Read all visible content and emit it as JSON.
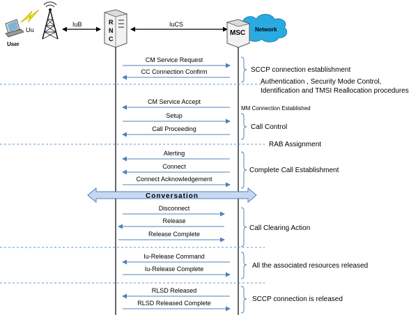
{
  "nodes": {
    "user": "User",
    "uu": "Uu",
    "iub": "IuB",
    "rnc_letters": [
      "R",
      "N",
      "C"
    ],
    "iucs": "IuCS",
    "msc": "MSC",
    "network": "Network"
  },
  "messages": [
    {
      "label": "CM Service Request",
      "dir": "right"
    },
    {
      "label": "CC Connection Confirm",
      "dir": "left"
    },
    {
      "label": "CM  Service Accept",
      "dir": "left"
    },
    {
      "label": "Setup",
      "dir": "right"
    },
    {
      "label": "Call Proceeding",
      "dir": "left"
    },
    {
      "label": "Alerting",
      "dir": "left"
    },
    {
      "label": "Connect",
      "dir": "left"
    },
    {
      "label": "Connect Acknowledgement",
      "dir": "right"
    },
    {
      "label": "Disconnect",
      "dir": "right"
    },
    {
      "label": "Release",
      "dir": "left"
    },
    {
      "label": "Release Complete",
      "dir": "right"
    },
    {
      "label": "Iu-Release Command",
      "dir": "left"
    },
    {
      "label": "Iu-Release Complete",
      "dir": "right"
    },
    {
      "label": "RLSD Released",
      "dir": "left"
    },
    {
      "label": "RLSD Released Complete",
      "dir": "right"
    }
  ],
  "conversation": "Conversation",
  "groups": [
    "SCCP connection establishment",
    "Call Control",
    "Complete Call Establishment",
    "Call Clearing Action",
    "All the associated resources released",
    "SCCP connection is released"
  ],
  "notes": {
    "auth_line1": "Authentication , Security Mode Control,",
    "auth_line2": "Identification and TMSI Reallocation procedures",
    "mm": "MM Connection Established",
    "rab": "RAB Assignment"
  },
  "colors": {
    "arrow": "#4f81bd",
    "divider": "#5b9bd5",
    "brace": "#4f81bd",
    "conversation_fill": "#c6d9f1",
    "conversation_stroke": "#4f81bd",
    "cloud": "#29abe2"
  }
}
